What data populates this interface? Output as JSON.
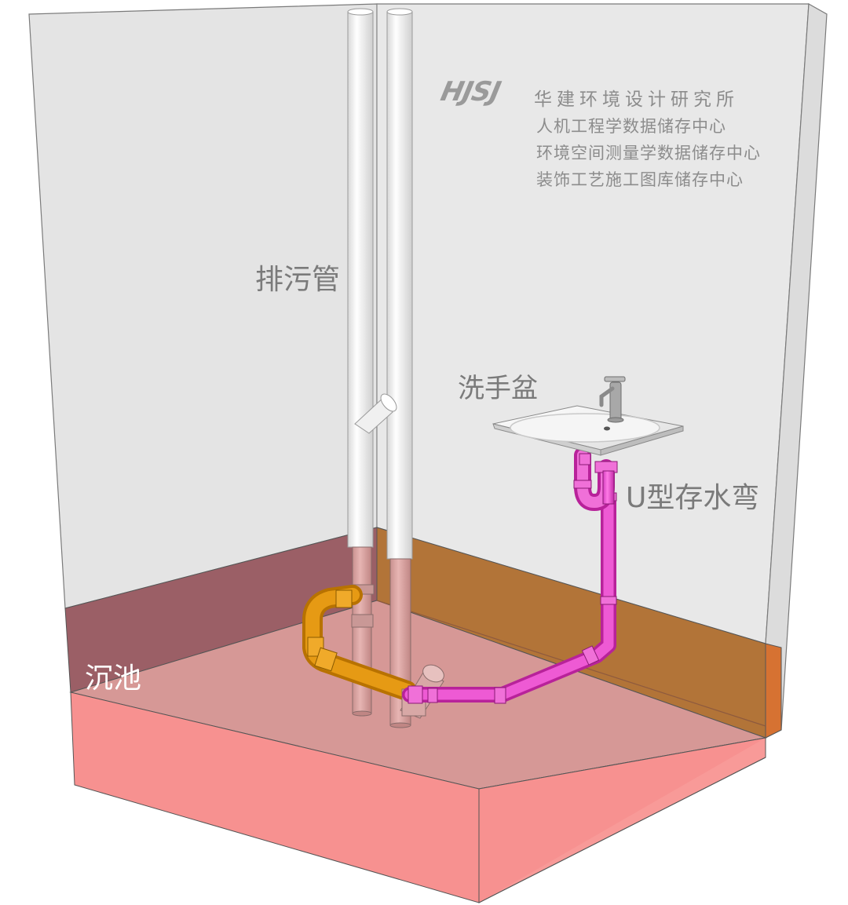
{
  "watermark": {
    "logo": "HJSJ",
    "organization": "华建环境设计研究所",
    "line1": "人机工程学数据储存中心",
    "line2": "环境空间测量学数据储存中心",
    "line3": "装饰工艺施工图库储存中心"
  },
  "labels": {
    "drain_pipe": "排污管",
    "wash_basin": "洗手盆",
    "u_trap": "U型存水弯",
    "sunken_pit": "沉池"
  },
  "colors": {
    "wall": "#e3e3e3",
    "pit_front": "#f79190",
    "pit_floor": "#d99a98",
    "pit_back_left": "#9b5f66",
    "pit_back_right": "#b27438",
    "pit_right_side": "#d67232",
    "pipe_white": "#f4f4f4",
    "pipe_orange": "#d48c0a",
    "pipe_magenta": "#e040c8",
    "label_gray": "#7a7a7a"
  }
}
